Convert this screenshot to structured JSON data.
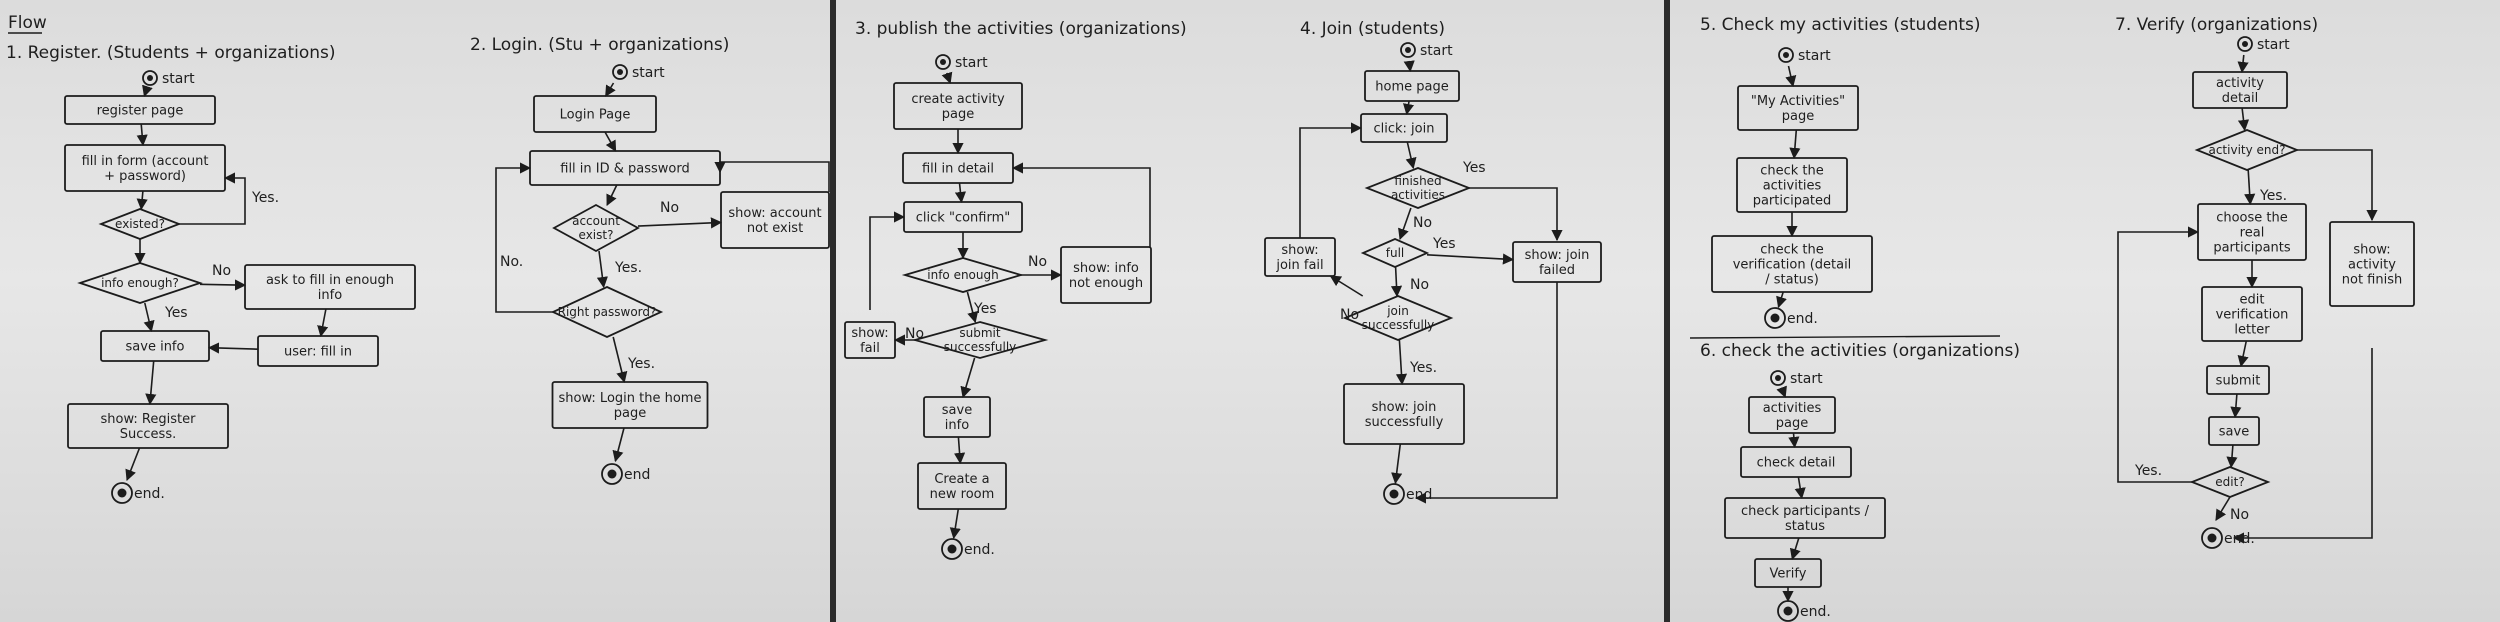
{
  "header": "Flow",
  "sections": [
    {
      "id": "s1",
      "title": "1. Register. (Students + organizations)"
    },
    {
      "id": "s2",
      "title": "2. Login. (Stu + organizations)"
    },
    {
      "id": "s3",
      "title": "3. publish the activities (organizations)"
    },
    {
      "id": "s4",
      "title": "4. Join (students)"
    },
    {
      "id": "s5",
      "title": "5. Check my activities (students)"
    },
    {
      "id": "s6",
      "title": "6. check the activities (organizations)"
    },
    {
      "id": "s7",
      "title": "7. Verify (organizations)"
    }
  ],
  "nodes": [
    {
      "id": "r_start",
      "type": "start",
      "label": "start"
    },
    {
      "id": "r_page",
      "type": "process",
      "label": "register page"
    },
    {
      "id": "r_fill",
      "type": "process",
      "label": "fill in form (account + password)"
    },
    {
      "id": "r_existed",
      "type": "decision",
      "label": "existed?"
    },
    {
      "id": "r_info",
      "type": "decision",
      "label": "info enough?"
    },
    {
      "id": "r_ask",
      "type": "process",
      "label": "ask to fill in enough info"
    },
    {
      "id": "r_user",
      "type": "process",
      "label": "user: fill in"
    },
    {
      "id": "r_save",
      "type": "process",
      "label": "save info"
    },
    {
      "id": "r_show",
      "type": "process",
      "label": "show: Register Success."
    },
    {
      "id": "r_end",
      "type": "end",
      "label": "end."
    },
    {
      "id": "l_start",
      "type": "start",
      "label": "start"
    },
    {
      "id": "l_page",
      "type": "process",
      "label": "Login Page"
    },
    {
      "id": "l_fill",
      "type": "process",
      "label": "fill in ID & password"
    },
    {
      "id": "l_exist",
      "type": "decision",
      "label": "account exist?"
    },
    {
      "id": "l_noexist",
      "type": "process",
      "label": "show: account not exist"
    },
    {
      "id": "l_right",
      "type": "decision",
      "label": "Right password?"
    },
    {
      "id": "l_show",
      "type": "process",
      "label": "show: Login the home page"
    },
    {
      "id": "l_end",
      "type": "end",
      "label": "end"
    },
    {
      "id": "p_start",
      "type": "start",
      "label": "start"
    },
    {
      "id": "p_create",
      "type": "process",
      "label": "create activity page"
    },
    {
      "id": "p_fill",
      "type": "process",
      "label": "fill in detail"
    },
    {
      "id": "p_confirm",
      "type": "process",
      "label": "click \"confirm\""
    },
    {
      "id": "p_info",
      "type": "decision",
      "label": "info enough"
    },
    {
      "id": "p_notenough",
      "type": "process",
      "label": "show: info not enough"
    },
    {
      "id": "p_submit",
      "type": "decision",
      "label": "submit successfully"
    },
    {
      "id": "p_fail",
      "type": "process",
      "label": "show: fail"
    },
    {
      "id": "p_save",
      "type": "process",
      "label": "save info"
    },
    {
      "id": "p_room",
      "type": "process",
      "label": "Create a new room"
    },
    {
      "id": "p_end",
      "type": "end",
      "label": "end."
    },
    {
      "id": "j_start",
      "type": "start",
      "label": "start"
    },
    {
      "id": "j_home",
      "type": "process",
      "label": "home page"
    },
    {
      "id": "j_click",
      "type": "process",
      "label": "click: join"
    },
    {
      "id": "j_finished",
      "type": "decision",
      "label": "finished activities"
    },
    {
      "id": "j_full",
      "type": "decision",
      "label": "full"
    },
    {
      "id": "j_success",
      "type": "decision",
      "label": "join successfully"
    },
    {
      "id": "j_joinfail",
      "type": "process",
      "label": "show: join fail"
    },
    {
      "id": "j_joinfailed",
      "type": "process",
      "label": "show: join failed"
    },
    {
      "id": "j_show",
      "type": "process",
      "label": "show: join successfully"
    },
    {
      "id": "j_end",
      "type": "end",
      "label": "end"
    },
    {
      "id": "m_start",
      "type": "start",
      "label": "start"
    },
    {
      "id": "m_page",
      "type": "process",
      "label": "\"My Activities\" page"
    },
    {
      "id": "m_check",
      "type": "process",
      "label": "check the activities participated"
    },
    {
      "id": "m_verify",
      "type": "process",
      "label": "check the verification (detail / status)"
    },
    {
      "id": "m_end",
      "type": "end",
      "label": "end."
    },
    {
      "id": "c_start",
      "type": "start",
      "label": "start"
    },
    {
      "id": "c_page",
      "type": "process",
      "label": "activities page"
    },
    {
      "id": "c_detail",
      "type": "process",
      "label": "check detail"
    },
    {
      "id": "c_part",
      "type": "process",
      "label": "check participants / status"
    },
    {
      "id": "c_verify",
      "type": "process",
      "label": "Verify"
    },
    {
      "id": "c_end",
      "type": "end",
      "label": "end."
    },
    {
      "id": "v_start",
      "type": "start",
      "label": "start"
    },
    {
      "id": "v_detail",
      "type": "process",
      "label": "activity detail"
    },
    {
      "id": "v_ended",
      "type": "decision",
      "label": "activity end?"
    },
    {
      "id": "v_choose",
      "type": "process",
      "label": "choose the real participants"
    },
    {
      "id": "v_notfinish",
      "type": "process",
      "label": "show: activity not finish"
    },
    {
      "id": "v_edit",
      "type": "process",
      "label": "edit verification letter"
    },
    {
      "id": "v_submit",
      "type": "process",
      "label": "submit"
    },
    {
      "id": "v_save",
      "type": "process",
      "label": "save"
    },
    {
      "id": "v_editq",
      "type": "decision",
      "label": "edit?"
    },
    {
      "id": "v_end",
      "type": "end",
      "label": "end."
    }
  ],
  "edges": [
    {
      "id": "e1",
      "from": "r_start",
      "to": "r_page",
      "label": ""
    },
    {
      "id": "e2",
      "from": "r_page",
      "to": "r_fill",
      "label": ""
    },
    {
      "id": "e3",
      "from": "r_fill",
      "to": "r_existed",
      "label": ""
    },
    {
      "id": "e4",
      "from": "r_existed",
      "to": "r_fill",
      "label": "Yes."
    },
    {
      "id": "e5",
      "from": "r_existed",
      "to": "r_info",
      "label": ""
    },
    {
      "id": "e6",
      "from": "r_info",
      "to": "r_ask",
      "label": "No"
    },
    {
      "id": "e7",
      "from": "r_ask",
      "to": "r_user",
      "label": ""
    },
    {
      "id": "e8",
      "from": "r_user",
      "to": "r_save",
      "label": ""
    },
    {
      "id": "e9",
      "from": "r_info",
      "to": "r_save",
      "label": "Yes"
    },
    {
      "id": "e10",
      "from": "r_save",
      "to": "r_show",
      "label": ""
    },
    {
      "id": "e11",
      "from": "r_show",
      "to": "r_end",
      "label": ""
    },
    {
      "id": "e12",
      "from": "l_start",
      "to": "l_page",
      "label": ""
    },
    {
      "id": "e13",
      "from": "l_page",
      "to": "l_fill",
      "label": ""
    },
    {
      "id": "e14",
      "from": "l_fill",
      "to": "l_exist",
      "label": ""
    },
    {
      "id": "e15",
      "from": "l_exist",
      "to": "l_noexist",
      "label": "No"
    },
    {
      "id": "e16",
      "from": "l_noexist",
      "to": "l_fill",
      "label": ""
    },
    {
      "id": "e17",
      "from": "l_exist",
      "to": "l_right",
      "label": "Yes."
    },
    {
      "id": "e18",
      "from": "l_right",
      "to": "l_fill",
      "label": "No."
    },
    {
      "id": "e19",
      "from": "l_right",
      "to": "l_show",
      "label": "Yes."
    },
    {
      "id": "e20",
      "from": "l_show",
      "to": "l_end",
      "label": ""
    },
    {
      "id": "e21",
      "from": "p_start",
      "to": "p_create",
      "label": ""
    },
    {
      "id": "e22",
      "from": "p_create",
      "to": "p_fill",
      "label": ""
    },
    {
      "id": "e23",
      "from": "p_fill",
      "to": "p_confirm",
      "label": ""
    },
    {
      "id": "e24",
      "from": "p_confirm",
      "to": "p_info",
      "label": ""
    },
    {
      "id": "e25",
      "from": "p_info",
      "to": "p_notenough",
      "label": "No"
    },
    {
      "id": "e26",
      "from": "p_notenough",
      "to": "p_fill",
      "label": ""
    },
    {
      "id": "e27",
      "from": "p_info",
      "to": "p_submit",
      "label": "Yes"
    },
    {
      "id": "e28",
      "from": "p_submit",
      "to": "p_fail",
      "label": "No"
    },
    {
      "id": "e29",
      "from": "p_fail",
      "to": "p_confirm",
      "label": ""
    },
    {
      "id": "e30",
      "from": "p_submit",
      "to": "p_save",
      "label": ""
    },
    {
      "id": "e31",
      "from": "p_save",
      "to": "p_room",
      "label": ""
    },
    {
      "id": "e32",
      "from": "p_room",
      "to": "p_end",
      "label": ""
    },
    {
      "id": "e33",
      "from": "j_start",
      "to": "j_home",
      "label": ""
    },
    {
      "id": "e34",
      "from": "j_home",
      "to": "j_click",
      "label": ""
    },
    {
      "id": "e35",
      "from": "j_click",
      "to": "j_finished",
      "label": ""
    },
    {
      "id": "e36",
      "from": "j_finished",
      "to": "j_joinfailed",
      "label": "Yes"
    },
    {
      "id": "e37",
      "from": "j_finished",
      "to": "j_full",
      "label": "No"
    },
    {
      "id": "e38",
      "from": "j_full",
      "to": "j_joinfailed",
      "label": "Yes"
    },
    {
      "id": "e39",
      "from": "j_full",
      "to": "j_success",
      "label": "No"
    },
    {
      "id": "e40",
      "from": "j_success",
      "to": "j_joinfail",
      "label": "No"
    },
    {
      "id": "e41",
      "from": "j_joinfail",
      "to": "j_click",
      "label": ""
    },
    {
      "id": "e42",
      "from": "j_success",
      "to": "j_show",
      "label": "Yes."
    },
    {
      "id": "e43",
      "from": "j_show",
      "to": "j_end",
      "label": ""
    },
    {
      "id": "e44",
      "from": "j_joinfailed",
      "to": "j_end",
      "label": ""
    },
    {
      "id": "e45",
      "from": "m_start",
      "to": "m_page",
      "label": ""
    },
    {
      "id": "e46",
      "from": "m_page",
      "to": "m_check",
      "label": ""
    },
    {
      "id": "e47",
      "from": "m_check",
      "to": "m_verify",
      "label": ""
    },
    {
      "id": "e48",
      "from": "m_verify",
      "to": "m_end",
      "label": ""
    },
    {
      "id": "e49",
      "from": "c_start",
      "to": "c_page",
      "label": ""
    },
    {
      "id": "e50",
      "from": "c_page",
      "to": "c_detail",
      "label": ""
    },
    {
      "id": "e51",
      "from": "c_detail",
      "to": "c_part",
      "label": ""
    },
    {
      "id": "e52",
      "from": "c_part",
      "to": "c_verify",
      "label": ""
    },
    {
      "id": "e53",
      "from": "c_verify",
      "to": "c_end",
      "label": ""
    },
    {
      "id": "e54",
      "from": "v_start",
      "to": "v_detail",
      "label": ""
    },
    {
      "id": "e55",
      "from": "v_detail",
      "to": "v_ended",
      "label": ""
    },
    {
      "id": "e56",
      "from": "v_ended",
      "to": "v_notfinish",
      "label": ""
    },
    {
      "id": "e57",
      "from": "v_ended",
      "to": "v_choose",
      "label": "Yes."
    },
    {
      "id": "e58",
      "from": "v_notfinish",
      "to": "v_end",
      "label": ""
    },
    {
      "id": "e59",
      "from": "v_choose",
      "to": "v_edit",
      "label": ""
    },
    {
      "id": "e60",
      "from": "v_edit",
      "to": "v_submit",
      "label": ""
    },
    {
      "id": "e61",
      "from": "v_submit",
      "to": "v_save",
      "label": ""
    },
    {
      "id": "e62",
      "from": "v_save",
      "to": "v_editq",
      "label": ""
    },
    {
      "id": "e63",
      "from": "v_editq",
      "to": "v_choose",
      "label": "Yes."
    },
    {
      "id": "e64",
      "from": "v_editq",
      "to": "v_end",
      "label": "No"
    }
  ]
}
